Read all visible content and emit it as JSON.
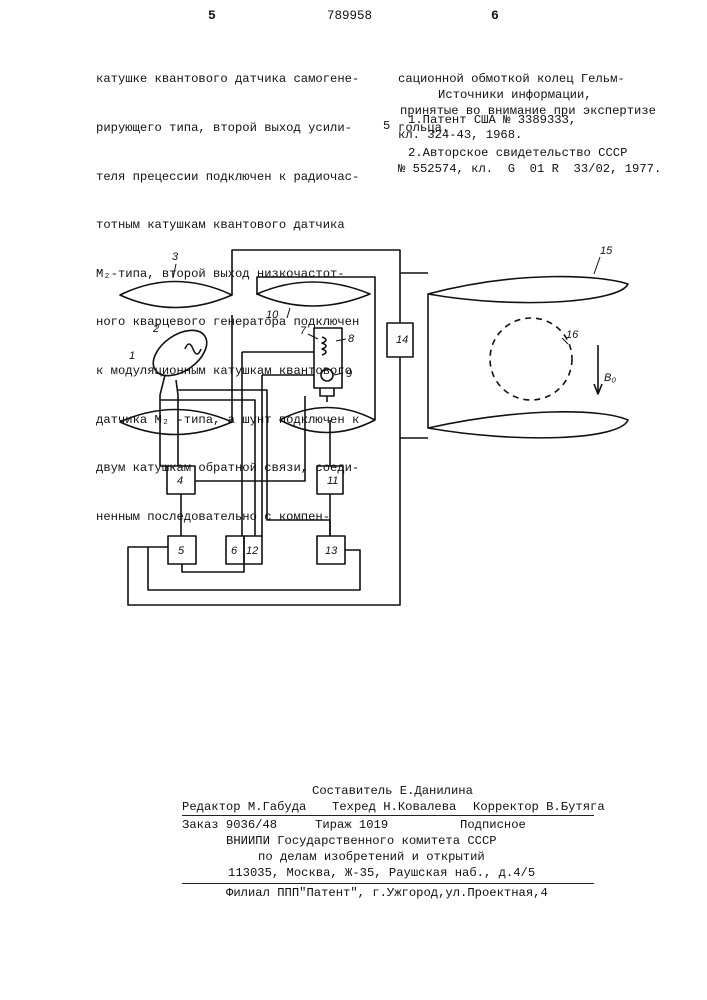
{
  "header": {
    "page_left": "5",
    "patent_no": "789958",
    "page_right": "6"
  },
  "left_column": [
    "катушке квантового датчика самогене-",
    "рирующего типа, второй выход усили-",
    "теля прецессии подключен к радиочас-",
    "тотным катушкам квантового датчика",
    "M₂-типа, второй выход низкочастот-",
    "ного кварцевого генератора подключен",
    "к модуляционным катушкам квантового",
    "датчика M₂ -типа, а шунт подключен к",
    "двум катушкам обратной связи, соеди-",
    "ненным последовательно с компен-"
  ],
  "right_column": {
    "continuation": [
      "сационной обмоткой колец Гельм-",
      "гольца."
    ],
    "line_marker": "5",
    "sources_title": "Источники информации,",
    "sources_subtitle": "принятые во внимание при экспертизе",
    "sources": [
      "1.Патент США № 3389333,",
      "кл. 324-43, 1968.",
      "2.Авторское свидетельство СССР",
      "№ 552574, кл.  G  01 R  33/02, 1977."
    ]
  },
  "diagram_labels": {
    "n1": "1",
    "n2": "2",
    "n3": "3",
    "n4": "4",
    "n5": "5",
    "n6": "6",
    "n7": "7",
    "n8": "8",
    "n9": "9",
    "n10": "10",
    "n11": "11",
    "n12": "12",
    "n13": "13",
    "n14": "14",
    "n15": "15",
    "n16": "16",
    "b0": "B₀"
  },
  "imprint": {
    "compiler": "Составитель Е.Данилина",
    "editor": "Редактор М.Габуда",
    "techred": "Техред Н.Ковалева",
    "corrector": "Корректор В.Бутяга",
    "order": "Заказ 9036/48",
    "circulation": "Тираж 1019",
    "subscription": "Подписное",
    "org1": "ВНИИПИ Государственного комитета СССР",
    "org2": "по делам изобретений и открытий",
    "address": "113035, Москва, Ж-35, Раушская наб., д.4/5",
    "branch": "Филиал ППП\"Патент\", г.Ужгород,ул.Проектная,4"
  }
}
